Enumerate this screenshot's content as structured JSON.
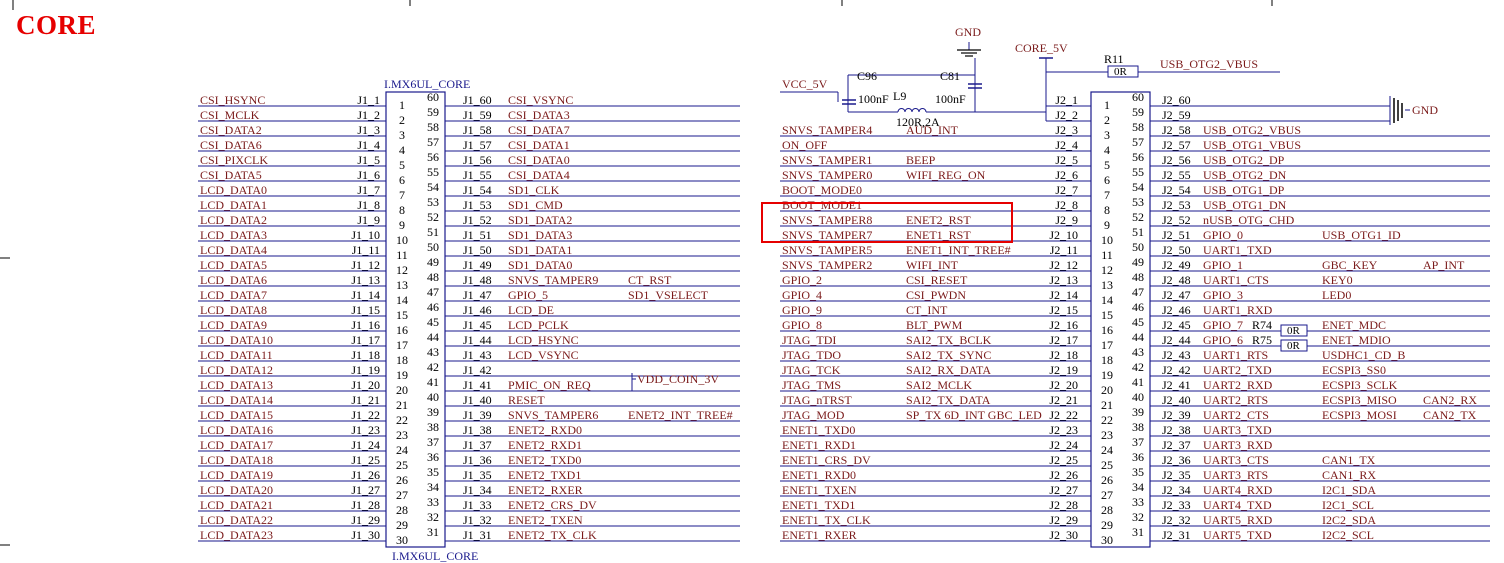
{
  "title": "CORE",
  "colors": {
    "net": "#7a1a1a",
    "wire": "#1a1a8c",
    "box": "#1a1a8c",
    "text": "#000000",
    "red": "#e60000",
    "highlight": "#e60000"
  },
  "connectors": {
    "j1": {
      "label_top": "I.MX6UL_CORE",
      "label_bottom": "I.MX6UL_CORE",
      "left_pin_numbers": [
        "1",
        "2",
        "3",
        "4",
        "5",
        "6",
        "7",
        "8",
        "9",
        "10",
        "11",
        "12",
        "13",
        "14",
        "15",
        "16",
        "17",
        "18",
        "19",
        "20",
        "21",
        "22",
        "23",
        "24",
        "25",
        "26",
        "27",
        "28",
        "29",
        "30"
      ],
      "right_pin_numbers": [
        "60",
        "59",
        "58",
        "57",
        "56",
        "55",
        "54",
        "53",
        "52",
        "51",
        "50",
        "49",
        "48",
        "47",
        "46",
        "45",
        "44",
        "43",
        "42",
        "41",
        "40",
        "39",
        "38",
        "37",
        "36",
        "35",
        "34",
        "33",
        "32",
        "31"
      ],
      "left_refs": [
        "J1_1",
        "J1_2",
        "J1_3",
        "J1_4",
        "J1_5",
        "J1_6",
        "J1_7",
        "J1_8",
        "J1_9",
        "J1_10",
        "J1_11",
        "J1_12",
        "J1_13",
        "J1_14",
        "J1_15",
        "J1_16",
        "J1_17",
        "J1_18",
        "J1_19",
        "J1_20",
        "J1_21",
        "J1_22",
        "J1_23",
        "J1_24",
        "J1_25",
        "J1_26",
        "J1_27",
        "J1_28",
        "J1_29",
        "J1_30"
      ],
      "left_nets": [
        "CSI_HSYNC",
        "CSI_MCLK",
        "CSI_DATA2",
        "CSI_DATA6",
        "CSI_PIXCLK",
        "CSI_DATA5",
        "LCD_DATA0",
        "LCD_DATA1",
        "LCD_DATA2",
        "LCD_DATA3",
        "LCD_DATA4",
        "LCD_DATA5",
        "LCD_DATA6",
        "LCD_DATA7",
        "LCD_DATA8",
        "LCD_DATA9",
        "LCD_DATA10",
        "LCD_DATA11",
        "LCD_DATA12",
        "LCD_DATA13",
        "LCD_DATA14",
        "LCD_DATA15",
        "LCD_DATA16",
        "LCD_DATA17",
        "LCD_DATA18",
        "LCD_DATA19",
        "LCD_DATA20",
        "LCD_DATA21",
        "LCD_DATA22",
        "LCD_DATA23"
      ],
      "right_refs": [
        "J1_60",
        "J1_59",
        "J1_58",
        "J1_57",
        "J1_56",
        "J1_55",
        "J1_54",
        "J1_53",
        "J1_52",
        "J1_51",
        "J1_50",
        "J1_49",
        "J1_48",
        "J1_47",
        "J1_46",
        "J1_45",
        "J1_44",
        "J1_43",
        "J1_42",
        "J1_41",
        "J1_40",
        "J1_39",
        "J1_38",
        "J1_37",
        "J1_36",
        "J1_35",
        "J1_34",
        "J1_33",
        "J1_32",
        "J1_31"
      ],
      "right_nets": [
        "CSI_VSYNC",
        "CSI_DATA3",
        "CSI_DATA7",
        "CSI_DATA1",
        "CSI_DATA0",
        "CSI_DATA4",
        "SD1_CLK",
        "SD1_CMD",
        "SD1_DATA2",
        "SD1_DATA3",
        "SD1_DATA1",
        "SD1_DATA0",
        "SNVS_TAMPER9",
        "GPIO_5",
        "LCD_DE",
        "LCD_PCLK",
        "LCD_HSYNC",
        "LCD_VSYNC",
        "",
        "PMIC_ON_REQ",
        "RESET",
        "SNVS_TAMPER6",
        "ENET2_RXD0",
        "ENET2_RXD1",
        "ENET2_TXD0",
        "ENET2_TXD1",
        "ENET2_RXER",
        "ENET2_CRS_DV",
        "ENET2_TXEN",
        "ENET2_TX_CLK"
      ],
      "right_alt": [
        "",
        "",
        "",
        "",
        "",
        "",
        "",
        "",
        "",
        "",
        "",
        "",
        "CT_RST",
        "SD1_VSELECT",
        "",
        "",
        "",
        "",
        "",
        "",
        "",
        "ENET2_INT_TREE#",
        "",
        "",
        "",
        "",
        "",
        "",
        "",
        ""
      ]
    },
    "j2": {
      "left_pin_numbers": [
        "1",
        "2",
        "3",
        "4",
        "5",
        "6",
        "7",
        "8",
        "9",
        "10",
        "11",
        "12",
        "13",
        "14",
        "15",
        "16",
        "17",
        "18",
        "19",
        "20",
        "21",
        "22",
        "23",
        "24",
        "25",
        "26",
        "27",
        "28",
        "29",
        "30"
      ],
      "right_pin_numbers": [
        "60",
        "59",
        "58",
        "57",
        "56",
        "55",
        "54",
        "53",
        "52",
        "51",
        "50",
        "49",
        "48",
        "47",
        "46",
        "45",
        "44",
        "43",
        "42",
        "41",
        "40",
        "39",
        "38",
        "37",
        "36",
        "35",
        "34",
        "33",
        "32",
        "31"
      ],
      "left_refs": [
        "J2_1",
        "J2_2",
        "J2_3",
        "J2_4",
        "J2_5",
        "J2_6",
        "J2_7",
        "J2_8",
        "J2_9",
        "J2_10",
        "J2_11",
        "J2_12",
        "J2_13",
        "J2_14",
        "J2_15",
        "J2_16",
        "J2_17",
        "J2_18",
        "J2_19",
        "J2_20",
        "J2_21",
        "J2_22",
        "J2_23",
        "J2_24",
        "J2_25",
        "J2_26",
        "J2_27",
        "J2_28",
        "J2_29",
        "J2_30"
      ],
      "left_nets": [
        "",
        "",
        "SNVS_TAMPER4",
        "ON_OFF",
        "SNVS_TAMPER1",
        "SNVS_TAMPER0",
        "BOOT_MODE0",
        "BOOT_MODE1",
        "SNVS_TAMPER8",
        "SNVS_TAMPER7",
        "SNVS_TAMPER5",
        "SNVS_TAMPER2",
        "GPIO_2",
        "GPIO_4",
        "GPIO_9",
        "GPIO_8",
        "JTAG_TDI",
        "JTAG_TDO",
        "JTAG_TCK",
        "JTAG_TMS",
        "JTAG_nTRST",
        "JTAG_MOD",
        "ENET1_TXD0",
        "ENET1_RXD1",
        "ENET1_CRS_DV",
        "ENET1_RXD0",
        "ENET1_TXEN",
        "ENET1_TXD1",
        "ENET1_TX_CLK",
        "ENET1_RXER"
      ],
      "left_alt": [
        "",
        "",
        "AUD_INT",
        "",
        "BEEP",
        "WIFI_REG_ON",
        "",
        "",
        "ENET2_RST",
        "ENET1_RST",
        "ENET1_INT_TREE#",
        "WIFI_INT",
        "CSI_RESET",
        "CSI_PWDN",
        "CT_INT",
        "BLT_PWM",
        "SAI2_TX_BCLK",
        "SAI2_TX_SYNC",
        "SAI2_RX_DATA",
        "SAI2_MCLK",
        "SAI2_TX_DATA",
        "SP_TX  6D_INT  GBC_LED",
        "",
        "",
        "",
        "",
        "",
        "",
        "",
        ""
      ],
      "right_refs": [
        "J2_60",
        "J2_59",
        "J2_58",
        "J2_57",
        "J2_56",
        "J2_55",
        "J2_54",
        "J2_53",
        "J2_52",
        "J2_51",
        "J2_50",
        "J2_49",
        "J2_48",
        "J2_47",
        "J2_46",
        "J2_45",
        "J2_44",
        "J2_43",
        "J2_42",
        "J2_41",
        "J2_40",
        "J2_39",
        "J2_38",
        "J2_37",
        "J2_36",
        "J2_35",
        "J2_34",
        "J2_33",
        "J2_32",
        "J2_31"
      ],
      "right_nets": [
        "",
        "",
        "USB_OTG2_VBUS",
        "USB_OTG1_VBUS",
        "USB_OTG2_DP",
        "USB_OTG2_DN",
        "USB_OTG1_DP",
        "USB_OTG1_DN",
        "nUSB_OTG_CHD",
        "GPIO_0",
        "UART1_TXD",
        "GPIO_1",
        "UART1_CTS",
        "GPIO_3",
        "UART1_RXD",
        "GPIO_7",
        "GPIO_6",
        "UART1_RTS",
        "UART2_TXD",
        "UART2_RXD",
        "UART2_RTS",
        "UART2_CTS",
        "UART3_TXD",
        "UART3_RXD",
        "UART3_CTS",
        "UART3_RTS",
        "UART4_RXD",
        "UART4_TXD",
        "UART5_RXD",
        "UART5_TXD"
      ],
      "right_alt": [
        "",
        "",
        "",
        "",
        "",
        "",
        "",
        "",
        "",
        "USB_OTG1_ID",
        "",
        "GBC_KEY",
        "KEY0",
        "LED0",
        "",
        "ENET_MDC",
        "ENET_MDIO",
        "USDHC1_CD_B",
        "ECSPI3_SS0",
        "ECSPI3_SCLK",
        "ECSPI3_MISO",
        "ECSPI3_MOSI",
        "",
        "",
        "CAN1_TX",
        "CAN1_RX",
        "I2C1_SDA",
        "I2C1_SCL",
        "I2C2_SDA",
        "I2C2_SCL"
      ],
      "right_alt2": [
        "",
        "",
        "",
        "",
        "",
        "",
        "",
        "",
        "",
        "",
        "",
        "AP_INT",
        "",
        "",
        "",
        "",
        "",
        "",
        "",
        "",
        "CAN2_RX",
        "CAN2_TX",
        "",
        "",
        "",
        "",
        "",
        "",
        "",
        ""
      ]
    }
  },
  "power": {
    "gnd_top": "GND",
    "gnd_right": "GND",
    "core_5v": "CORE_5V",
    "vcc_5v": "VCC_5V",
    "vdd_coin": "VDD_COIN_3V",
    "usb_otg2_vbus": "USB_OTG2_VBUS"
  },
  "components": {
    "c96": {
      "ref": "C96",
      "value": "100nF"
    },
    "c81": {
      "ref": "C81",
      "value": "100nF"
    },
    "l9": {
      "ref": "L9",
      "value": "120R,2A"
    },
    "r11": {
      "ref": "R11",
      "value": "0R"
    },
    "r74": {
      "ref": "R74",
      "value": "0R"
    },
    "r75": {
      "ref": "R75",
      "value": "0R"
    }
  }
}
